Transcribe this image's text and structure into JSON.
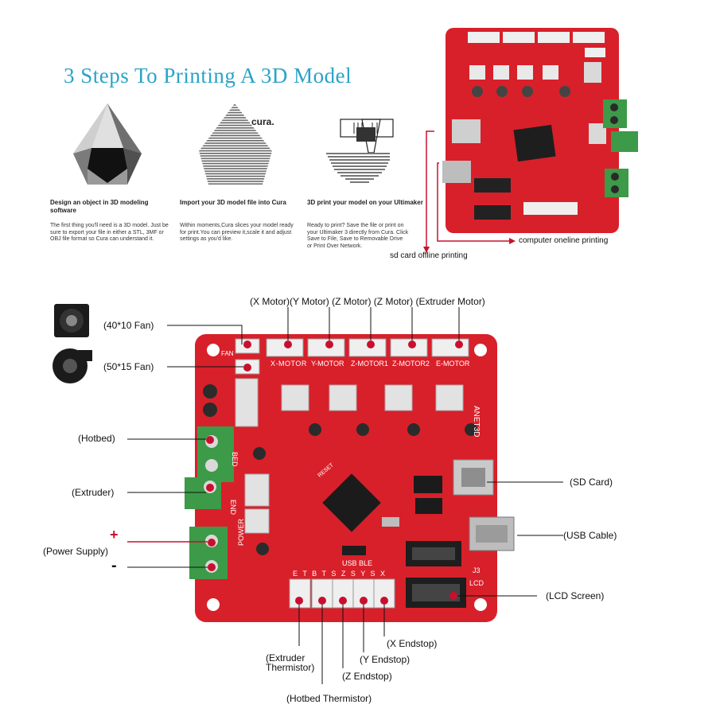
{
  "title": "3 Steps To Printing A 3D Model",
  "steps": [
    {
      "heading": "Design an object in 3D modeling software",
      "body": "The first thing you'll need is a 3D model. Just be sure to export your file in either a STL, 3MF or OBJ file format so Cura can understand it."
    },
    {
      "heading": "Import your 3D model file into Cura",
      "body": "Within moments,Cura slices your model ready for print.You can preview it,scale it and adjust settings as you'd like."
    },
    {
      "heading": "3D print your model on your Ultimaker",
      "body": "Ready to print? Save the file or print on your Ultimaker 3 directly from Cura. Click Save to File, Save to Removable Drive or Print Over Network."
    }
  ],
  "cura_logo": "cura.",
  "top_annotations": {
    "computer": "computer oneline printing",
    "sd": "sd card offline printing"
  },
  "labels": {
    "motors": "(X  Motor)(Y  Motor) (Z  Motor) (Z  Motor) (Extruder  Motor)",
    "fan40": "(40*10  Fan)",
    "fan50": "(50*15  Fan)",
    "hotbed": "(Hotbed)",
    "extruder": "(Extruder)",
    "plus": "+",
    "power": "(Power  Supply)",
    "minus": "-",
    "sd_card": "(SD  Card)",
    "usb": "(USB  Cable)",
    "lcd": "(LCD  Screen)",
    "x_endstop": "(X  Endstop)",
    "y_endstop": "(Y  Endstop)",
    "z_endstop": "(Z  Endstop)",
    "ext_therm_1": "(Extruder",
    "ext_therm_2": "Thermistor)",
    "hotbed_therm": "(Hotbed  Thermistor)"
  },
  "board_silk": {
    "motor_headers": [
      "X-MOTOR",
      "Y-MOTOR",
      "Z-MOTOR1",
      "Z-MOTOR2",
      "E-MOTOR"
    ],
    "brand": "ANET3D",
    "bed": "BED",
    "end": "END",
    "power": "POWER",
    "fan": "FAN",
    "usb_ble": "USB  BLE",
    "j3": "J3",
    "lcd": "LCD",
    "endstop_letters": "E T B T S Z S Y S X",
    "reset": "RESET"
  },
  "colors": {
    "board_red": "#d8202a",
    "board_dark": "#b5151f",
    "terminal_green": "#3c9a48",
    "accent_red": "#c8102e",
    "title_blue": "#2aa3c7"
  }
}
